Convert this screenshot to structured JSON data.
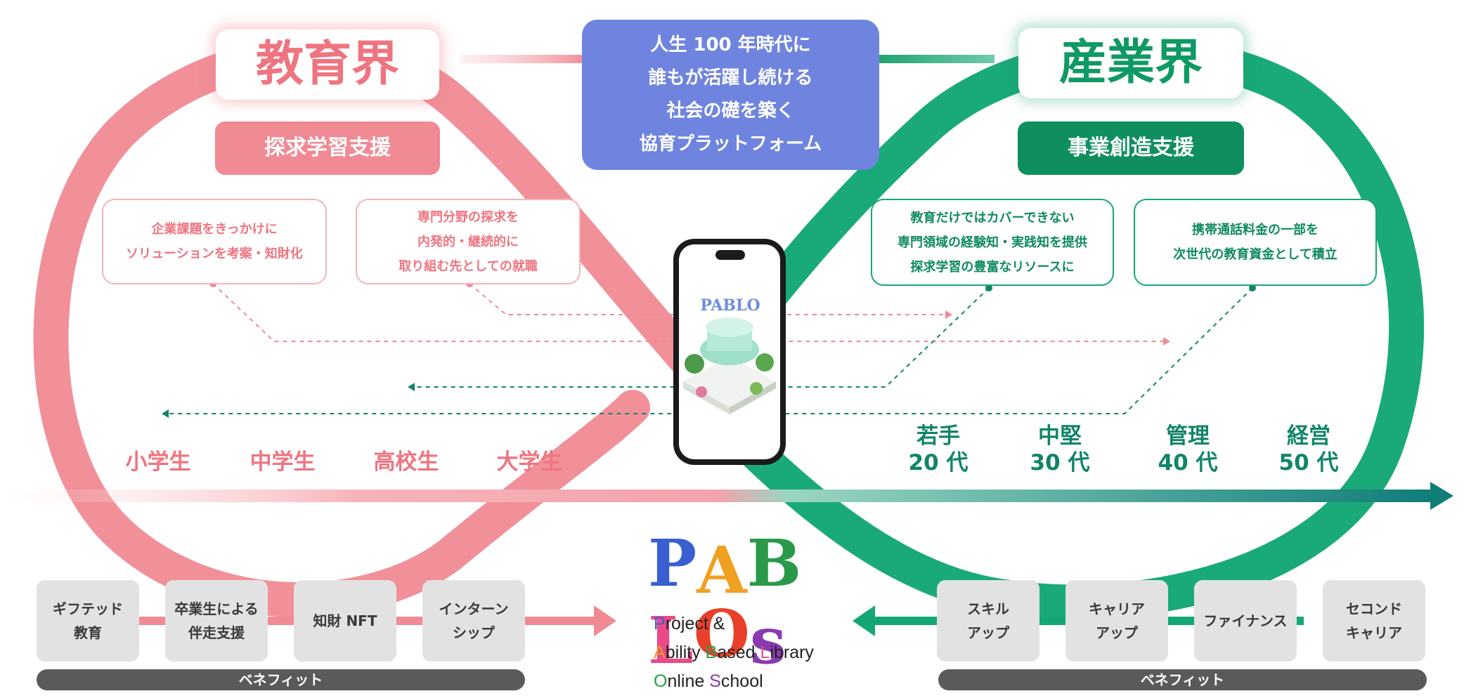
{
  "education": {
    "title": "教育界",
    "subtitle": "探求学習支援",
    "notes": [
      {
        "lines": [
          "企業課題をきっかけに",
          "ソリューションを考案・知財化"
        ]
      },
      {
        "lines": [
          "専門分野の探求を",
          "内発的・継続的に",
          "取り組む先としての就職"
        ]
      }
    ],
    "stages": [
      "小学生",
      "中学生",
      "高校生",
      "大学生"
    ],
    "benefits": [
      {
        "lines": [
          "ギフテッド",
          "教育"
        ]
      },
      {
        "lines": [
          "卒業生による",
          "伴走支援"
        ]
      },
      {
        "lines": [
          "知財 NFT"
        ]
      },
      {
        "lines": [
          "インターン",
          "シップ"
        ]
      }
    ],
    "benefit_label": "ベネフィット"
  },
  "industry": {
    "title": "産業界",
    "subtitle": "事業創造支援",
    "notes": [
      {
        "lines": [
          "教育だけではカバーできない",
          "専門領域の経験知・実践知を提供",
          "探求学習の豊富なリソースに"
        ]
      },
      {
        "lines": [
          "携帯通話料金の一部を",
          "次世代の教育資金として積立"
        ]
      }
    ],
    "stages": [
      {
        "top": "若手",
        "bottom": "20 代"
      },
      {
        "top": "中堅",
        "bottom": "30 代"
      },
      {
        "top": "管理",
        "bottom": "40 代"
      },
      {
        "top": "経営",
        "bottom": "50 代"
      }
    ],
    "benefits": [
      {
        "lines": [
          "スキル",
          "アップ"
        ]
      },
      {
        "lines": [
          "キャリア",
          "アップ"
        ]
      },
      {
        "lines": [
          "ファイナンス"
        ]
      },
      {
        "lines": [
          "セコンド",
          "キャリア"
        ]
      }
    ],
    "benefit_label": "ベネフィット"
  },
  "mission": {
    "lines": [
      "人生 100 年時代に",
      "誰もが活躍し続ける",
      "社会の礎を築く",
      "協育プラットフォーム"
    ]
  },
  "phone_screen_logo": "PABLO",
  "logo": {
    "letters": [
      {
        "char": "P",
        "color": "#3a5fd0"
      },
      {
        "char": "A",
        "color": "#f0a020"
      },
      {
        "char": "B",
        "color": "#2a9a4a"
      },
      {
        "char": "L",
        "color": "#e84a8a"
      },
      {
        "char": "O",
        "color": "#e8402a"
      },
      {
        "char": "s",
        "color": "#8a3ab0"
      }
    ],
    "tagline": [
      {
        "parts": [
          {
            "t": "P",
            "color": "#3a5fd0"
          },
          {
            "t": "roject &",
            "color": "#222222"
          }
        ]
      },
      {
        "parts": [
          {
            "t": "A",
            "color": "#f0a020"
          },
          {
            "t": "bility ",
            "color": "#222222"
          },
          {
            "t": "B",
            "color": "#2a9a4a"
          },
          {
            "t": "ased ",
            "color": "#222222"
          },
          {
            "t": "L",
            "color": "#e84a8a"
          },
          {
            "t": "ibrary",
            "color": "#222222"
          }
        ]
      },
      {
        "parts": [
          {
            "t": "O",
            "color": "#2a9a4a"
          },
          {
            "t": "nline ",
            "color": "#222222"
          },
          {
            "t": "S",
            "color": "#8a3ab0"
          },
          {
            "t": "chool",
            "color": "#222222"
          }
        ]
      }
    ]
  },
  "colors": {
    "education": "#f08a94",
    "industry": "#13a774",
    "mission": "#6f84de",
    "timeline": "#0f7d78"
  }
}
